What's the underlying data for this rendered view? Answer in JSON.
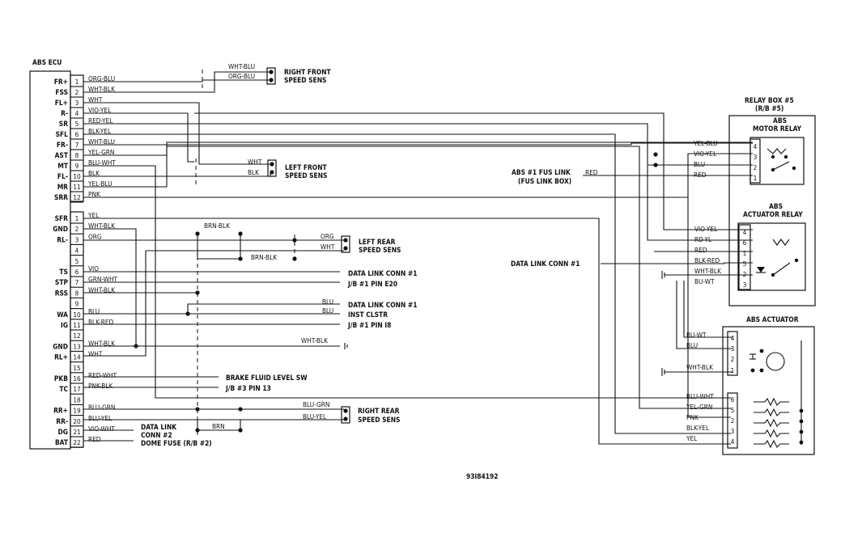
{
  "diagram_id": "93I84192",
  "ecu": {
    "title": "ABS ECU",
    "groupA": [
      {
        "pin": "1",
        "label": "FR+",
        "wire": "ORG-BLU"
      },
      {
        "pin": "2",
        "label": "FSS",
        "wire": "WHT-BLK"
      },
      {
        "pin": "3",
        "label": "FL+",
        "wire": "WHT"
      },
      {
        "pin": "4",
        "label": "R-",
        "wire": "VIO-YEL"
      },
      {
        "pin": "5",
        "label": "SR",
        "wire": "RED-YEL"
      },
      {
        "pin": "6",
        "label": "SFL",
        "wire": "BLK-YEL"
      },
      {
        "pin": "7",
        "label": "FR-",
        "wire": "WHT-BLU"
      },
      {
        "pin": "8",
        "label": "AST",
        "wire": "YEL-GRN"
      },
      {
        "pin": "9",
        "label": "MT",
        "wire": "BLU-WHT"
      },
      {
        "pin": "10",
        "label": "FL-",
        "wire": "BLK"
      },
      {
        "pin": "11",
        "label": "MR",
        "wire": "YEL-BLU"
      },
      {
        "pin": "12",
        "label": "SRR",
        "wire": "PNK"
      }
    ],
    "groupB": [
      {
        "pin": "1",
        "label": "SFR",
        "wire": "YEL"
      },
      {
        "pin": "2",
        "label": "GND",
        "wire": "WHT-BLK"
      },
      {
        "pin": "3",
        "label": "RL-",
        "wire": "ORG"
      },
      {
        "pin": "4",
        "label": "",
        "wire": ""
      },
      {
        "pin": "5",
        "label": "",
        "wire": ""
      },
      {
        "pin": "6",
        "label": "TS",
        "wire": "VIO"
      },
      {
        "pin": "7",
        "label": "STP",
        "wire": "GRN-WHT"
      },
      {
        "pin": "8",
        "label": "RSS",
        "wire": "WHT-BLK"
      },
      {
        "pin": "9",
        "label": "",
        "wire": ""
      },
      {
        "pin": "10",
        "label": "WA",
        "wire": "BLU"
      },
      {
        "pin": "11",
        "label": "IG",
        "wire": "BLK-RED"
      },
      {
        "pin": "12",
        "label": "",
        "wire": ""
      },
      {
        "pin": "13",
        "label": "GND",
        "wire": "WHT-BLK"
      },
      {
        "pin": "14",
        "label": "RL+",
        "wire": "WHT"
      },
      {
        "pin": "15",
        "label": "",
        "wire": ""
      },
      {
        "pin": "16",
        "label": "PKB",
        "wire": "RED-WHT"
      },
      {
        "pin": "17",
        "label": "TC",
        "wire": "PNK-BLK"
      },
      {
        "pin": "18",
        "label": "",
        "wire": ""
      },
      {
        "pin": "19",
        "label": "RR+",
        "wire": "BLU-GRN"
      },
      {
        "pin": "20",
        "label": "RR-",
        "wire": "BLU-YEL"
      },
      {
        "pin": "21",
        "label": "DG",
        "wire": "VIO-WHT"
      },
      {
        "pin": "22",
        "label": "BAT",
        "wire": "RED"
      }
    ]
  },
  "sensors": {
    "rf": {
      "line1": "RIGHT FRONT",
      "line2": "SPEED SENS",
      "w1": "WHT-BLU",
      "w2": "ORG-BLU"
    },
    "lf": {
      "line1": "LEFT FRONT",
      "line2": "SPEED SENS",
      "w1": "WHT",
      "w2": "BLK"
    },
    "lr": {
      "line1": "LEFT REAR",
      "line2": "SPEED SENS",
      "w1": "ORG",
      "w2": "WHT"
    },
    "rr": {
      "line1": "RIGHT REAR",
      "line2": "SPEED SENS",
      "w1": "BLU-GRN",
      "w2": "BLU-YEL"
    }
  },
  "wires": {
    "brn_blk": "BRN-BLK",
    "brn": "BRN",
    "blu": "BLU",
    "blu_wht": "BLU-WHT",
    "blk": "BLK",
    "red": "RED",
    "wht_blk": "WHT-BLK",
    "bu_wt": "BU-WT",
    "rd_yl": "RD-YL",
    "blk_red": "BLK-RED",
    "yel_blu": "YEL-BLU",
    "vio_yel": "VIO-YEL",
    "yel_grn": "YEL-GRN",
    "pnk": "PNK",
    "blk_yel": "BLK-YEL",
    "yel": "YEL"
  },
  "connections": {
    "dlc1": "DATA LINK CONN #1",
    "jb1_e20": "J/B #1 PIN E20",
    "inst": "INST CLSTR",
    "jb1_i8": "J/B #1 PIN I8",
    "brake": "BRAKE FLUID LEVEL SW",
    "jb3": "J/B #3 PIN 13",
    "dlc2a": "DATA LINK",
    "dlc2b": "CONN #2",
    "dome": "DOME FUSE (R/B #2)",
    "fus1": "ABS #1 FUS LINK",
    "fus2": "(FUS LINK BOX)",
    "dlc_right": "DATA LINK CONN #1"
  },
  "relay_box": {
    "line1": "RELAY BOX #5",
    "line2": "(R/B #5)"
  },
  "motor_relay": {
    "line1": "ABS",
    "line2": "MOTOR RELAY",
    "pins": [
      {
        "pin": "4",
        "wire": "YEL-BLU"
      },
      {
        "pin": "3",
        "wire": "VIO-YEL"
      },
      {
        "pin": "2",
        "wire": "BLU"
      },
      {
        "pin": "1",
        "wire": "RED"
      }
    ]
  },
  "actuator_relay": {
    "line1": "ABS",
    "line2": "ACTUATOR RELAY",
    "pins": [
      {
        "pin": "4",
        "wire": "VIO-YEL"
      },
      {
        "pin": "6",
        "wire": "RD-YL"
      },
      {
        "pin": "1",
        "wire": "RED"
      },
      {
        "pin": "5",
        "wire": "BLK-RED"
      },
      {
        "pin": "2",
        "wire": "WHT-BLK"
      },
      {
        "pin": "3",
        "wire": "BU-WT"
      }
    ]
  },
  "actuator": {
    "title": "ABS ACTUATOR",
    "pins": [
      {
        "pin": "4",
        "wire": "BU-WT"
      },
      {
        "pin": "3",
        "wire": "BLU"
      },
      {
        "pin": "2",
        "wire": ""
      },
      {
        "pin": "1",
        "wire": "WHT-BLK"
      },
      {
        "pin": "6",
        "wire": "BLU-WHT"
      },
      {
        "pin": "5",
        "wire": "YEL-GRN"
      },
      {
        "pin": "2",
        "wire": "PNK"
      },
      {
        "pin": "3",
        "wire": "BLK-YEL"
      },
      {
        "pin": "4",
        "wire": "YEL"
      }
    ]
  }
}
